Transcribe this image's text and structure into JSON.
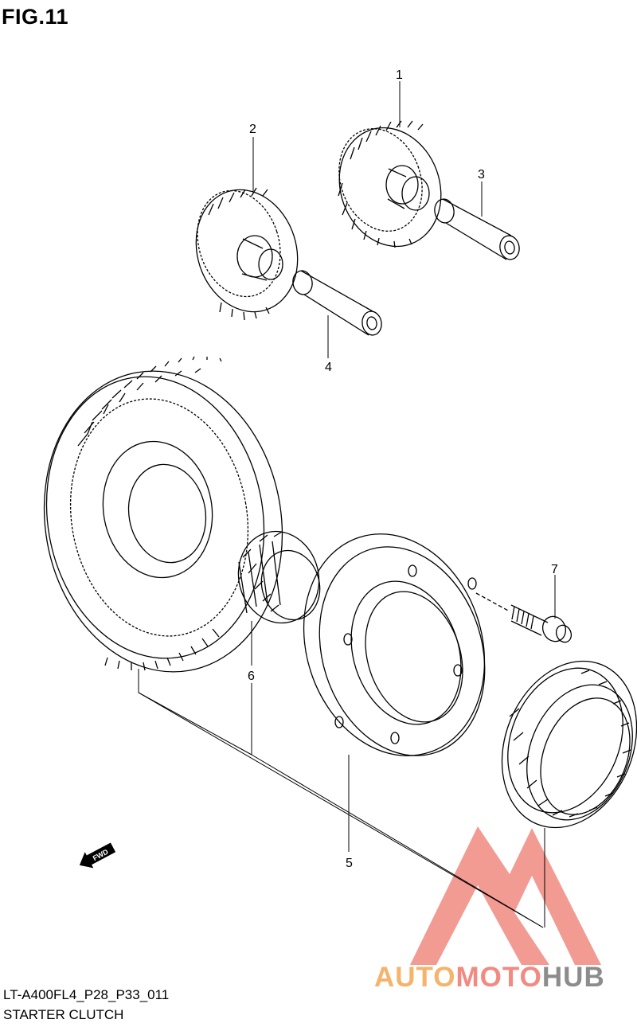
{
  "figure": {
    "title": "FIG.11"
  },
  "footer": {
    "code": "LT-A400FL4_P28_P33_011",
    "name": "STARTER CLUTCH"
  },
  "callouts": [
    "1",
    "2",
    "3",
    "4",
    "5",
    "6",
    "7"
  ],
  "direction_marker": {
    "label": "FWD"
  },
  "watermark": {
    "part1": "AUTO",
    "part2": "MOTO",
    "part3": "HUB",
    "colors": {
      "part1": "#f5b36b",
      "part2": "#f28a82",
      "part3": "#8c8c8c",
      "logo": "#f08a80"
    }
  }
}
